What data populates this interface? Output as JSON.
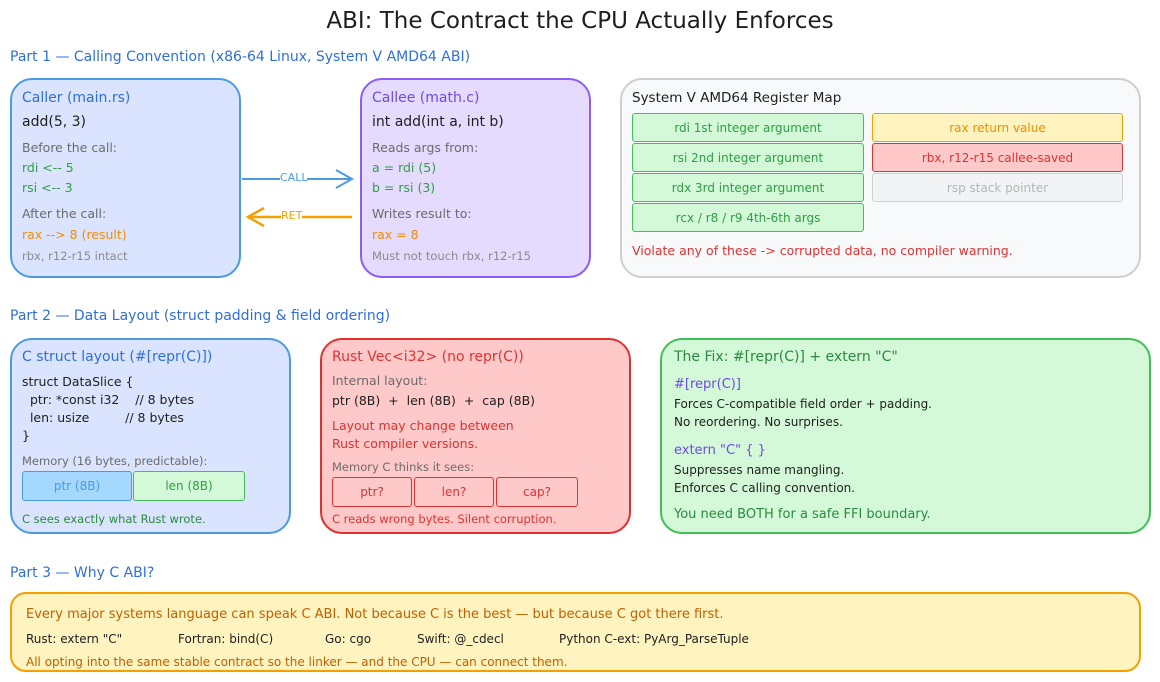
{
  "title": "ABI: The Contract the CPU Actually Enforces",
  "part1": {
    "heading": "Part 1 — Calling Convention  (x86-64 Linux, System V AMD64 ABI)",
    "caller": {
      "title": "Caller  (main.rs)",
      "call": "add(5, 3)",
      "before_label": "Before the call:",
      "before_lines": [
        "rdi  <--  5",
        "rsi  <--  3"
      ],
      "after_label": "After the call:",
      "after_line": "rax  -->  8  (result)",
      "note": "rbx, r12-r15  intact"
    },
    "arrows": {
      "call": "CALL",
      "ret": "RET"
    },
    "callee": {
      "title": "Callee  (math.c)",
      "signature": "int add(int a, int b)",
      "reads_label": "Reads args from:",
      "reads_lines": [
        "a  =  rdi  (5)",
        "b  =  rsi  (3)"
      ],
      "writes_label": "Writes result to:",
      "writes_line": "rax  =  8",
      "note": "Must not touch rbx, r12-r15"
    },
    "register_map": {
      "title": "System V AMD64 Register Map",
      "args": [
        "rdi    1st integer argument",
        "rsi    2nd integer argument",
        "rdx    3rd integer argument",
        "rcx / r8 / r9    4th-6th args"
      ],
      "rax": "rax    return value",
      "callee_saved": "rbx, r12-r15    callee-saved",
      "rsp": "rsp    stack pointer",
      "warning": "Violate any of these ->  corrupted data, no compiler warning."
    }
  },
  "part2": {
    "heading": "Part 2 — Data Layout  (struct padding & field ordering)",
    "c_struct": {
      "title": "C struct layout  (#[repr(C)])",
      "code": [
        "struct DataSlice {",
        "  ptr: *const i32    // 8 bytes",
        "  len: usize         // 8 bytes",
        "}"
      ],
      "memory_label": "Memory (16 bytes, predictable):",
      "cells": [
        "ptr (8B)",
        "len (8B)"
      ],
      "note": "C sees exactly what Rust wrote."
    },
    "rust_vec": {
      "title": "Rust Vec<i32>  (no repr(C))",
      "internal_label": "Internal layout:",
      "layout": "ptr (8B)  +  len (8B)  +  cap (8B)",
      "warning": [
        "Layout may change between",
        "Rust compiler versions."
      ],
      "memory_label": "Memory C thinks it sees:",
      "cells": [
        "ptr?",
        "len?",
        "cap?"
      ],
      "note": "C reads wrong bytes. Silent corruption."
    },
    "fix": {
      "title": "The Fix: #[repr(C)]  +  extern \"C\"",
      "repr_heading": "#[repr(C)]",
      "repr_lines": [
        "Forces C-compatible field order + padding.",
        "No reordering. No surprises."
      ],
      "extern_heading": "extern \"C\" { }",
      "extern_lines": [
        "Suppresses name mangling.",
        "Enforces C calling convention."
      ],
      "conclusion": "You need BOTH for a safe FFI boundary."
    }
  },
  "part3": {
    "heading": "Part 3 — Why C ABI?",
    "line1": "Every major systems language can speak C ABI.  Not because C is the best — but because C got there first.",
    "languages": [
      "Rust:  extern \"C\"",
      "Fortran:  bind(C)",
      "Go:  cgo",
      "Swift:  @_cdecl",
      "Python C-ext:  PyArg_ParseTuple"
    ],
    "line3": "All opting into the same stable contract so the linker — and the CPU — can connect them."
  }
}
